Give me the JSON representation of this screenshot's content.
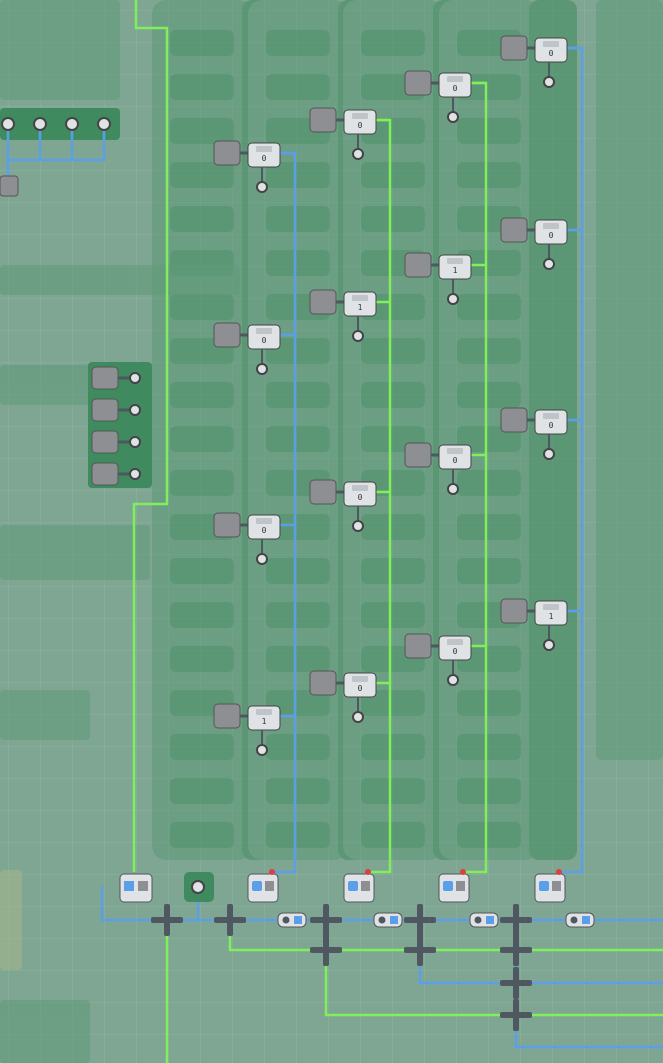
{
  "colors": {
    "background": "#7fa593",
    "grid": "#8fb3a1",
    "structure": "#5e9a79",
    "structure_dark": "#3f8a5e",
    "green_wire": "#7ff05a",
    "blue_wire": "#5b9fe8",
    "pipe": "#4f5860",
    "chip": "#dfe3e6",
    "socket": "#8d8f93"
  },
  "icons": {
    "chip": "circuit-chip-icon",
    "port": "connector-port-icon",
    "junction": "cable-junction-icon",
    "coupler": "wire-coupler-icon",
    "wrench": "wrench-icon",
    "ghost_structure": "ghost-building-icon"
  },
  "nodes": [
    {
      "col": 0,
      "row": 0,
      "digit": "0"
    },
    {
      "col": 0,
      "row": 1,
      "digit": "0"
    },
    {
      "col": 0,
      "row": 2,
      "digit": "0"
    },
    {
      "col": 0,
      "row": 3,
      "digit": "1"
    },
    {
      "col": 1,
      "row": 0,
      "digit": "0"
    },
    {
      "col": 1,
      "row": 1,
      "digit": "1"
    },
    {
      "col": 1,
      "row": 2,
      "digit": "0"
    },
    {
      "col": 1,
      "row": 3,
      "digit": "0"
    },
    {
      "col": 2,
      "row": 0,
      "digit": "0"
    },
    {
      "col": 2,
      "row": 1,
      "digit": "1"
    },
    {
      "col": 2,
      "row": 2,
      "digit": "0"
    },
    {
      "col": 2,
      "row": 3,
      "digit": "0"
    },
    {
      "col": 3,
      "row": 0,
      "digit": "0"
    },
    {
      "col": 3,
      "row": 1,
      "digit": "0"
    },
    {
      "col": 3,
      "row": 2,
      "digit": "0"
    },
    {
      "col": 3,
      "row": 3,
      "digit": "1"
    }
  ]
}
